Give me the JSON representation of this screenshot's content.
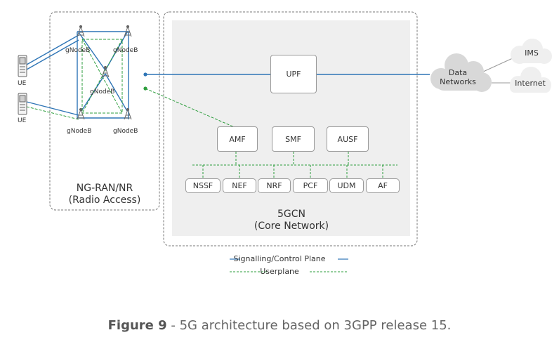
{
  "ran": {
    "nodes": [
      {
        "label": "gNodeB"
      },
      {
        "label": "gNodeB"
      },
      {
        "label": "gNodeB"
      },
      {
        "label": "gNodeB"
      },
      {
        "label": "gNodeB"
      }
    ],
    "ue_labels": [
      "UE",
      "UE"
    ],
    "title": "NG-RAN/NR",
    "subtitle": "(Radio Access)"
  },
  "core": {
    "upf": "UPF",
    "control_functions": [
      "AMF",
      "SMF",
      "AUSF"
    ],
    "service_functions": [
      "NSSF",
      "NEF",
      "NRF",
      "PCF",
      "UDM",
      "AF"
    ],
    "title": "5GCN",
    "subtitle": "(Core Network)"
  },
  "external": {
    "cloud_line1": "Data",
    "cloud_line2": "Networks",
    "ims": "IMS",
    "internet": "Internet"
  },
  "legend": {
    "signalling": "Signalling/Control Plane",
    "userplane": "Userplane"
  },
  "caption": {
    "label": "Figure 9",
    "text": " - 5G architecture based on 3GPP release 15."
  },
  "colors": {
    "signalling": "#2e75b6",
    "userplane": "#2e9e3e",
    "core_fill": "#efefef",
    "cloud": "#d8d8d8"
  }
}
